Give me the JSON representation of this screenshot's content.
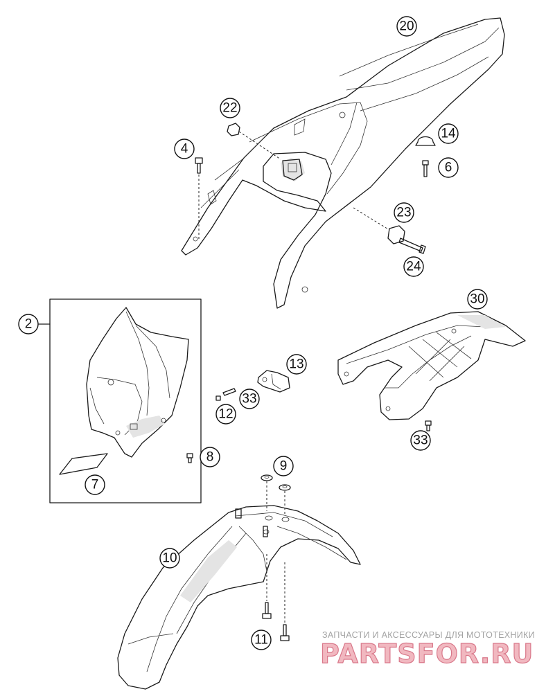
{
  "callouts": [
    {
      "id": "c20",
      "label": "20"
    },
    {
      "id": "c22",
      "label": "22"
    },
    {
      "id": "c4",
      "label": "4"
    },
    {
      "id": "c14",
      "label": "14"
    },
    {
      "id": "c6",
      "label": "6"
    },
    {
      "id": "c23",
      "label": "23"
    },
    {
      "id": "c24",
      "label": "24"
    },
    {
      "id": "c2",
      "label": "2"
    },
    {
      "id": "c30",
      "label": "30"
    },
    {
      "id": "c13",
      "label": "13"
    },
    {
      "id": "c33a",
      "label": "33"
    },
    {
      "id": "c12",
      "label": "12"
    },
    {
      "id": "c33b",
      "label": "33"
    },
    {
      "id": "c8",
      "label": "8"
    },
    {
      "id": "c9",
      "label": "9"
    },
    {
      "id": "c7",
      "label": "7"
    },
    {
      "id": "c10",
      "label": "10"
    },
    {
      "id": "c11",
      "label": "11"
    }
  ],
  "watermark": {
    "subtitle": "ЗАПЧАСТИ И АКСЕССУАРЫ ДЛЯ МОТОТЕХНИКИ",
    "logo": "PARTSFOR.RU"
  }
}
